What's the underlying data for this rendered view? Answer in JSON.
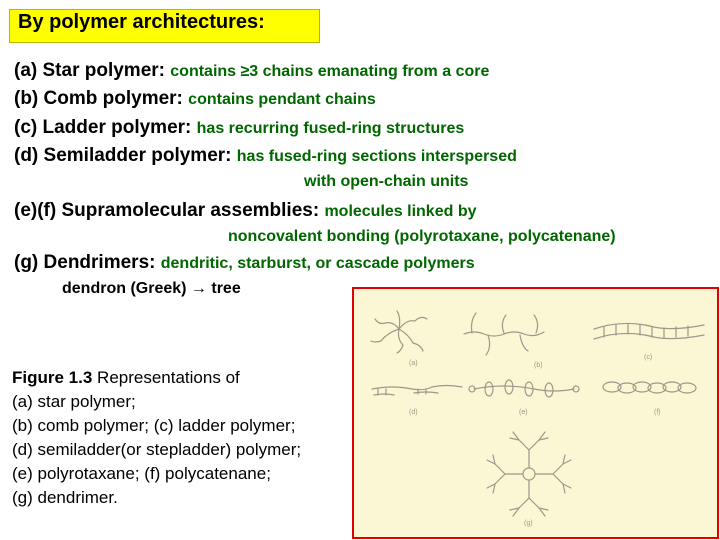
{
  "title": "By polymer architectures:",
  "items": {
    "a": {
      "label": "(a) Star polymer:",
      "desc": "contains ≥3 chains emanating from a core"
    },
    "b": {
      "label": "(b) Comb polymer:",
      "desc": "contains pendant chains"
    },
    "c": {
      "label": "(c) Ladder polymer:",
      "desc": "has recurring fused-ring structures"
    },
    "d": {
      "label": "(d) Semiladder polymer:",
      "desc": "has fused-ring sections interspersed",
      "desc2": "with open-chain units"
    },
    "ef": {
      "label": "(e)(f) Supramolecular assemblies:",
      "desc": "molecules linked by",
      "desc2": "noncovalent bonding (polyrotaxane, polycatenane)"
    },
    "g": {
      "label": "(g) Dendrimers:",
      "desc": "dendritic, starburst, or cascade polymers"
    }
  },
  "dendron": {
    "text": "dendron (Greek)",
    "arrow": "→",
    "tree": "tree"
  },
  "caption": {
    "fig_label": "Figure 1.3",
    "line1": "Representations of",
    "line2": "(a) star polymer;",
    "line3": "(b) comb polymer; (c) ladder polymer;",
    "line4": "(d) semiladder(or stepladder) polymer;",
    "line5": "(e) polyrotaxane; (f) polycatenane;",
    "line6": "(g) dendrimer."
  },
  "figure": {
    "labels": [
      "(a)",
      "(b)",
      "(c)",
      "(d)",
      "(e)",
      "(f)",
      "(g)"
    ],
    "colors": {
      "box_bg": "#fbf6d4",
      "border": "#e00000",
      "ink": "#9a9a8a"
    }
  },
  "colors": {
    "title_bg": "#ffff00",
    "desc_green": "#006600"
  }
}
